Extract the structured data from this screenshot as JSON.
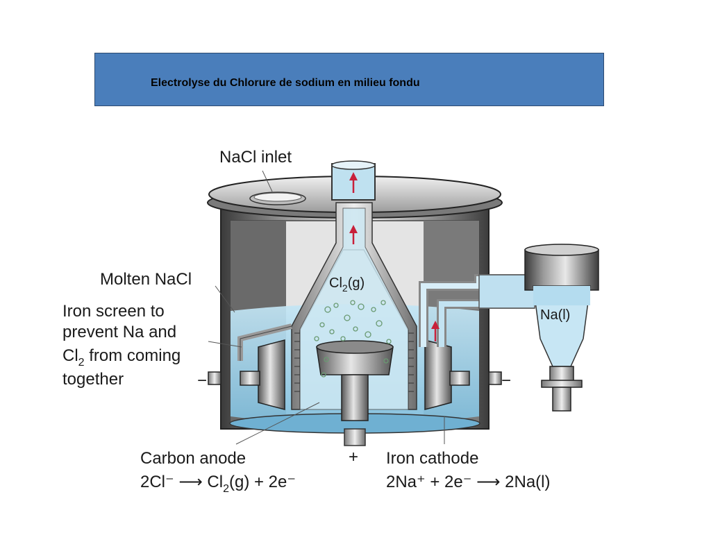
{
  "slide": {
    "title": "Electrolyse du Chlorure de sodium en milieu fondu"
  },
  "diagram": {
    "labels": {
      "nacl_inlet": "NaCl inlet",
      "molten_nacl": "Molten NaCl",
      "iron_screen_1": "Iron screen to",
      "iron_screen_2": "prevent Na and",
      "iron_screen_3_a": "Cl",
      "iron_screen_3_sub": "2",
      "iron_screen_3_b": " from coming",
      "iron_screen_4": "together",
      "cl2_a": "Cl",
      "cl2_sub": "2",
      "cl2_b": "(g)",
      "na_l": "Na(l)",
      "carbon_anode": "Carbon anode",
      "anode_reaction_a": "2Cl⁻  ⟶  Cl",
      "anode_reaction_sub": "2",
      "anode_reaction_b": "(g) + 2e⁻",
      "iron_cathode": "Iron cathode",
      "cathode_reaction": "2Na⁺ + 2e⁻  ⟶ 2Na(l)",
      "plus_sign": "+",
      "minus_left": "−",
      "minus_right": "−"
    },
    "colors": {
      "molten_salt": "#a9d6ec",
      "vessel_dark": "#5a5a5a",
      "vessel_light": "#d8d8d8",
      "arrow": "#c8203a"
    }
  }
}
